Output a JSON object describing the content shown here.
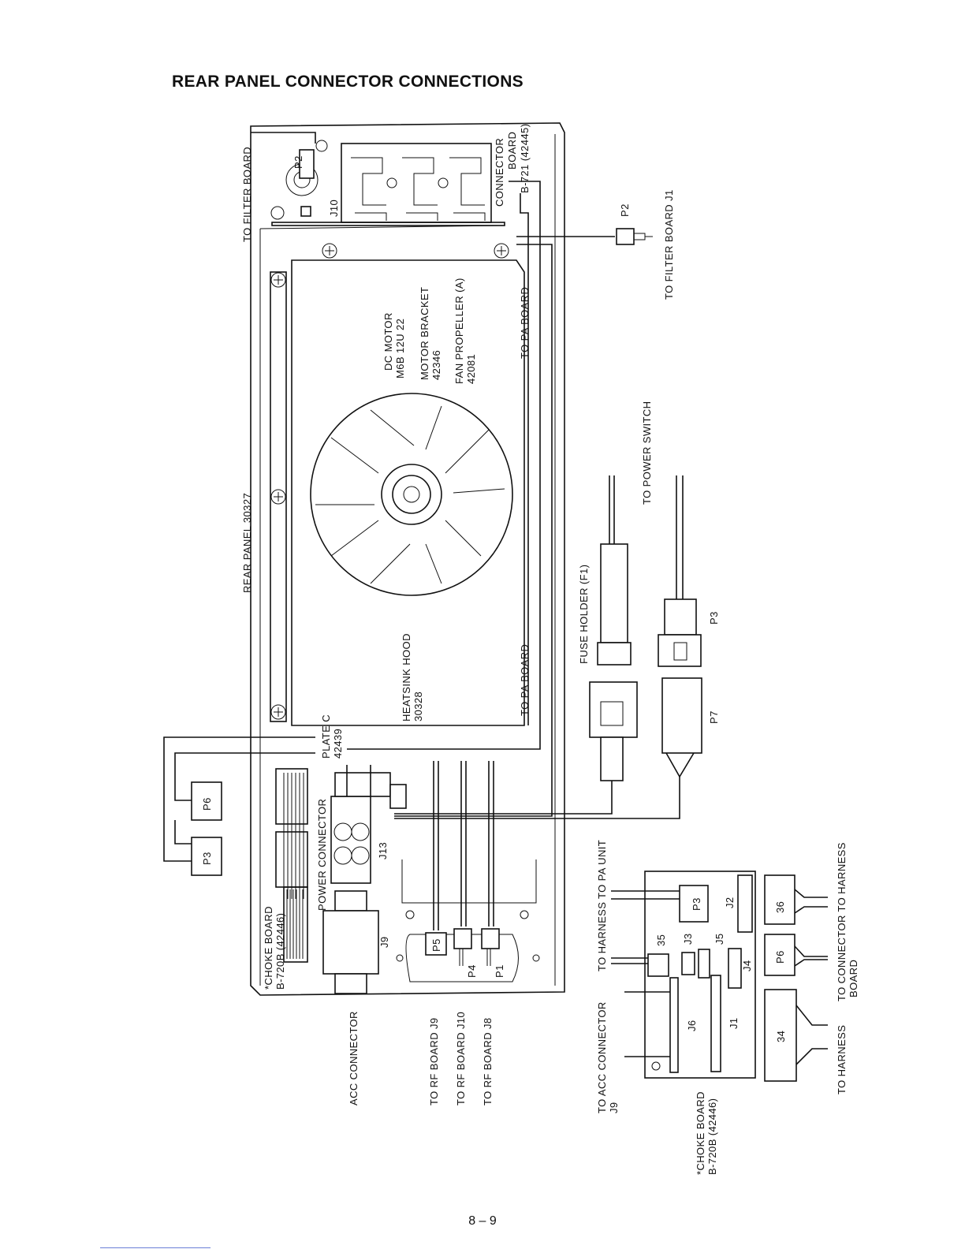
{
  "title": "REAR PANEL CONNECTOR CONNECTIONS",
  "page_number": "8 – 9",
  "labels": {
    "to_filter_board": "TO FILTER BOARD",
    "p2_top": "P2",
    "j10": "J10",
    "connector_board_1": "CONNECTOR",
    "connector_board_2": "BOARD",
    "connector_board_3": "B-721 (42445)",
    "to_filter_board_j1": "TO FILTER BOARD J1",
    "p2_right": "P2",
    "dc_motor_1": "DC MOTOR",
    "dc_motor_2": "M6B 12U 22",
    "motor_bracket_1": "MOTOR BRACKET",
    "motor_bracket_2": "42346",
    "fan_propeller_1": "FAN PROPELLER (A)",
    "fan_propeller_2": "42081",
    "to_pa_board_top": "TO PA BOARD",
    "rear_panel": "REAR PANEL 30327",
    "to_power_switch": "TO POWER SWITCH",
    "fuse_holder": "FUSE HOLDER (F1)",
    "p3_right": "P3",
    "p7": "P7",
    "heatsink_1": "HEATSINK HOOD",
    "heatsink_2": "30328",
    "to_pa_board_bottom": "TO PA BOARD",
    "plate_c_1": "PLATE C",
    "plate_c_2": "42439",
    "p6_left": "P6",
    "p3_left": "P3",
    "power_connector": "POWER CONNECTOR",
    "j13": "J13",
    "choke_board_1": "*CHOKE BOARD",
    "choke_board_2": "B-720B (42446)",
    "j9": "J9",
    "p5": "P5",
    "p4": "P4",
    "p1": "P1",
    "acc_connector": "ACC CONNECTOR",
    "to_rf_j9": "TO RF BOARD J9",
    "to_rf_j10": "TO RF BOARD J10",
    "to_rf_j8": "TO RF BOARD J8",
    "to_harness_pa": "TO HARNESS TO PA UNIT",
    "to_acc_connector_1": "TO ACC CONNECTOR",
    "to_acc_connector_2": "J9",
    "cb_p3": "P3",
    "cb_j2": "J2",
    "cb_35": "35",
    "cb_j3": "J3",
    "cb_j5": "J5",
    "cb_j4": "J4",
    "cb_j6": "J6",
    "cb_j1": "J1",
    "cb_36": "36",
    "cb_p6": "P6",
    "cb_34": "34",
    "choke_board_bottom_1": "*CHOKE BOARD",
    "choke_board_bottom_2": "B-720B (42446)",
    "to_connector_harness": "TO CONNECTOR TO HARNESS",
    "to_harness_board_1": "TO HARNESS",
    "to_harness_board_2": "BOARD"
  }
}
